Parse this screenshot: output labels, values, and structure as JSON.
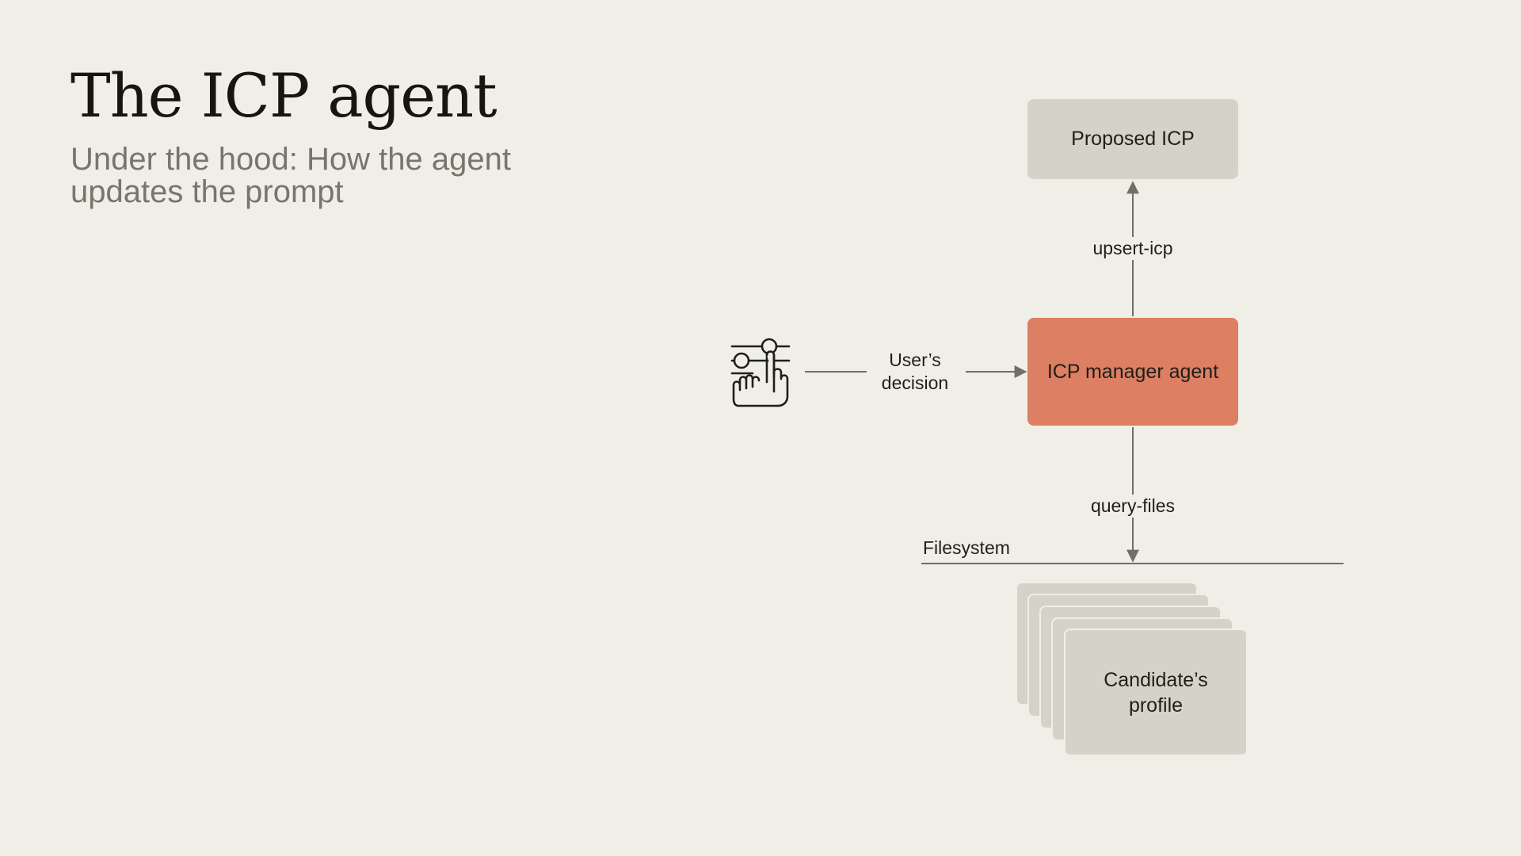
{
  "slide": {
    "title": "The ICP agent",
    "subtitle": "Under the hood: How the agent updates the prompt"
  },
  "diagram": {
    "proposed_box": "Proposed ICP",
    "agent_box": "ICP manager agent",
    "profile_box": "Candidate’s profile",
    "upsert_label": "upsert-icp",
    "query_label": "query-files",
    "decision_label": "User’s decision",
    "filesystem_label": "Filesystem",
    "user_icon": "hand-touch-slider-icon",
    "colors": {
      "background": "#f0efe7",
      "neutral_box": "#d5d3c8",
      "agent_box": "#dc7f62",
      "connector": "#6f6e67",
      "subtitle": "#77766d"
    }
  }
}
